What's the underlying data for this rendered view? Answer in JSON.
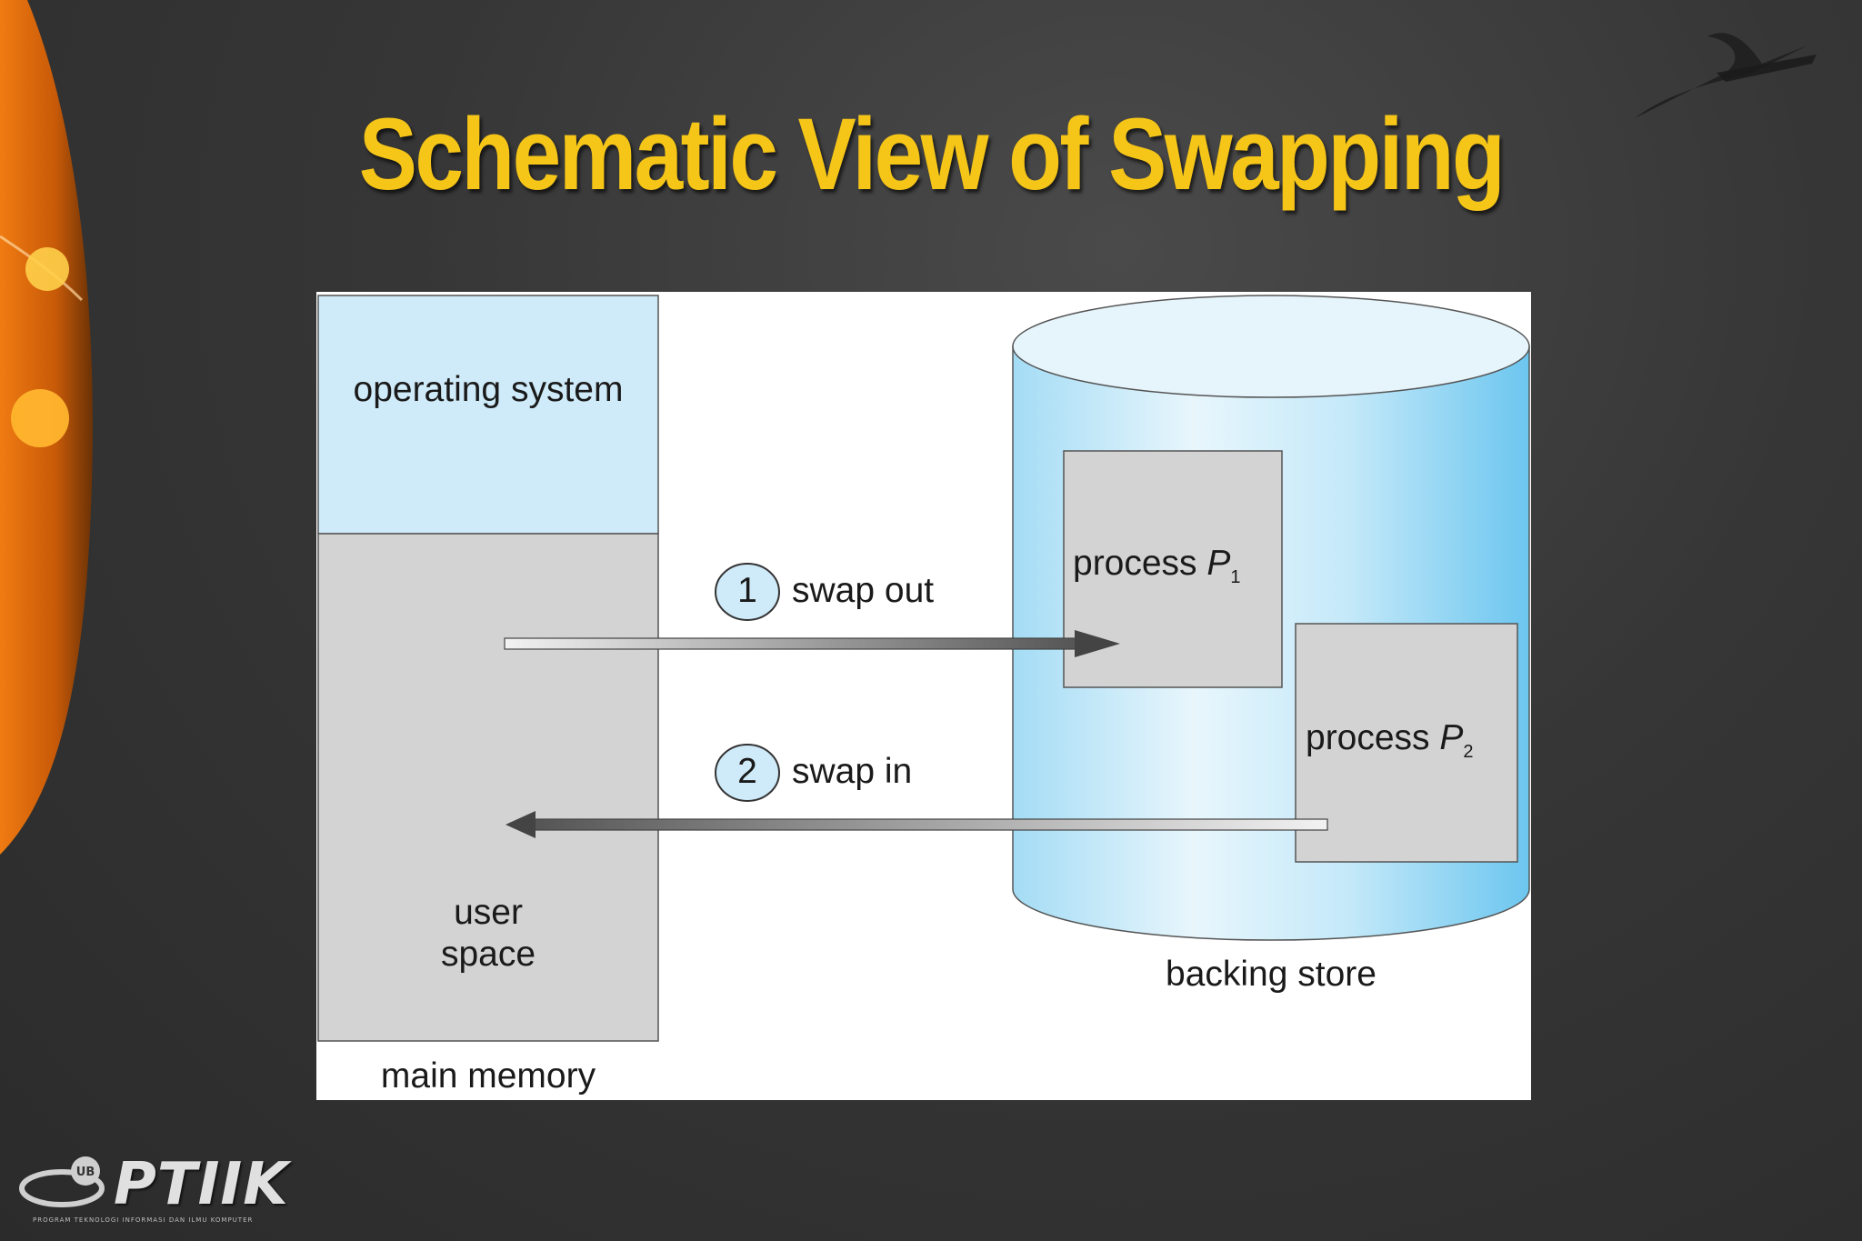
{
  "slide": {
    "title": "Schematic View of Swapping"
  },
  "diagram": {
    "main_memory": {
      "os_label": "operating system",
      "user_label": "user space",
      "caption": "main memory"
    },
    "backing_store": {
      "caption": "backing store",
      "process1": {
        "label": "process ",
        "name": "P",
        "sub": "1"
      },
      "process2": {
        "label": "process ",
        "name": "P",
        "sub": "2"
      }
    },
    "swap_out": {
      "step": "1",
      "label": "swap out"
    },
    "swap_in": {
      "step": "2",
      "label": "swap in"
    }
  },
  "footer": {
    "logo_text": "PTIIK",
    "logo_badge": "UB",
    "subtitle": "PROGRAM TEKNOLOGI INFORMASI DAN ILMU KOMPUTER"
  },
  "colors": {
    "title": "#f5c518",
    "os_region": "#cfeaf8",
    "user_region": "#d3d3d3",
    "cylinder": "#8fd3f2",
    "process_box": "#d3d3d3"
  }
}
